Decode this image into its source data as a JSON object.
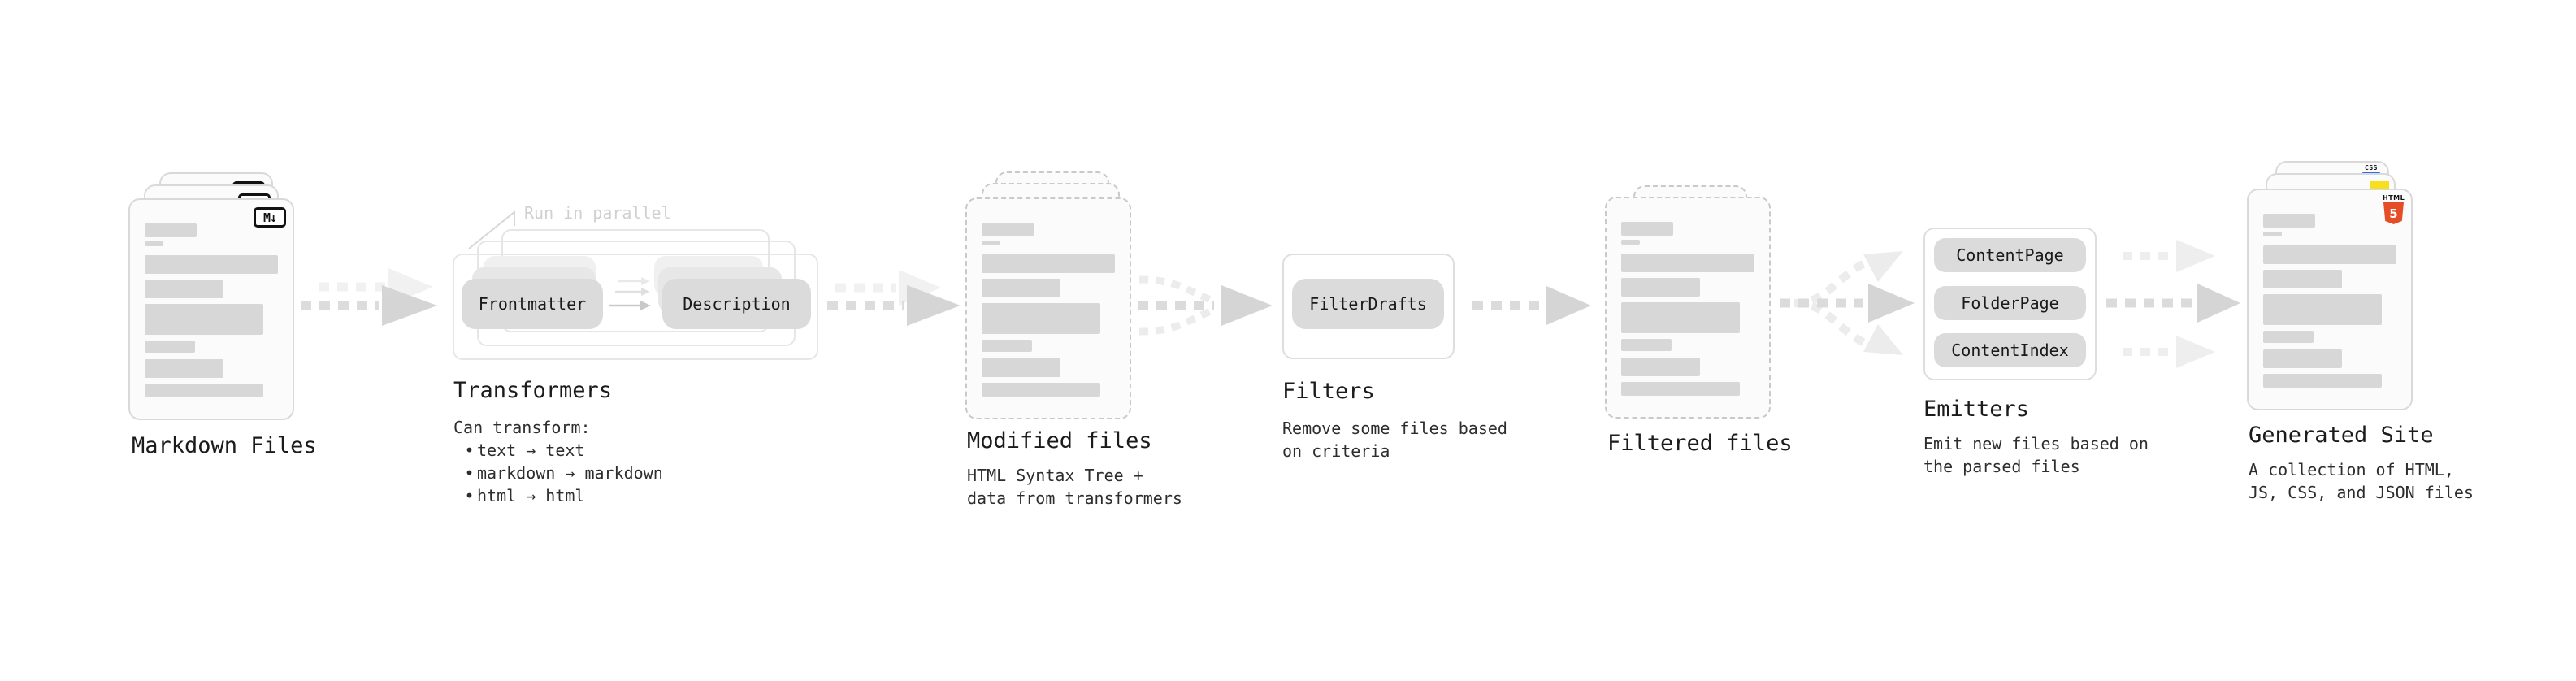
{
  "markdown_files": {
    "label": "Markdown Files",
    "badge": "M↓"
  },
  "transformers": {
    "callout": "Run in parallel",
    "left_button": "Frontmatter",
    "right_button": "Description",
    "label": "Transformers",
    "heading": "Can transform:",
    "bullet_char": "•",
    "bullets": [
      "text → text",
      "markdown → markdown",
      "html → html"
    ]
  },
  "modified_files": {
    "label": "Modified files",
    "description": "HTML Syntax Tree +\ndata from transformers"
  },
  "filters": {
    "button": "FilterDrafts",
    "label": "Filters",
    "description": "Remove some files based\non criteria"
  },
  "filtered_files": {
    "label": "Filtered files"
  },
  "emitters": {
    "buttons": [
      "ContentPage",
      "FolderPage",
      "ContentIndex"
    ],
    "label": "Emitters",
    "description": "Emit new files based on\nthe parsed files"
  },
  "generated_site": {
    "label": "Generated Site",
    "description": "A collection of HTML,\nJS, CSS, and JSON files",
    "css_badge": "CSS",
    "html_badge_label": "HTML",
    "html_badge_number": "5"
  },
  "colors": {
    "html_orange": "#e44d26",
    "js_yellow": "#f7df1e",
    "css_blue": "#2b6ef2",
    "bar_gray": "#d7d7d7",
    "arrow_gray": "#dcdcdc",
    "arrow_light": "#eeeeee",
    "text_dark": "#1b1b1b"
  }
}
